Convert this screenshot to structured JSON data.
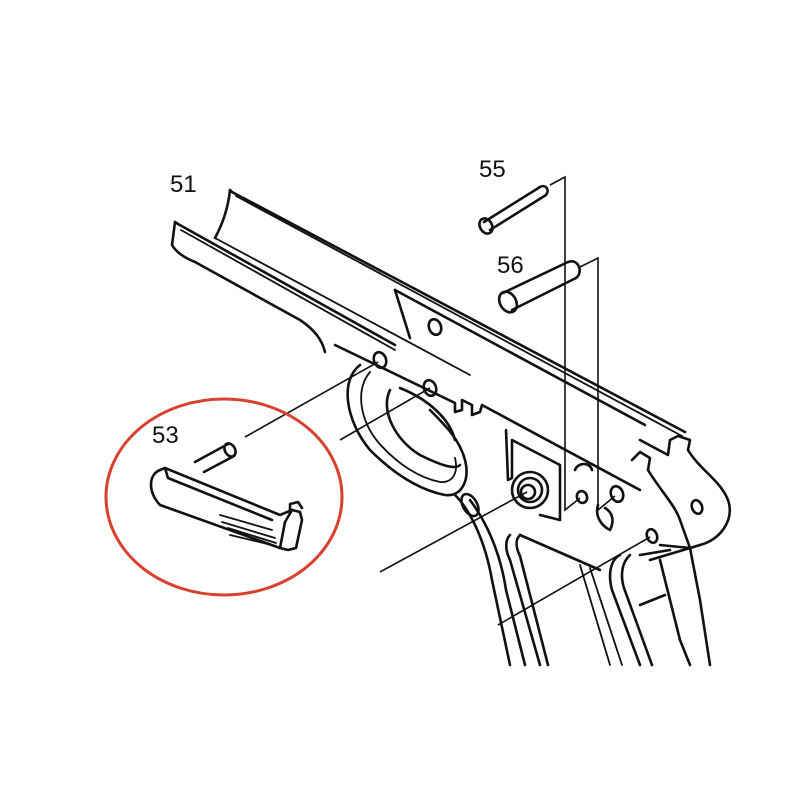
{
  "diagram": {
    "type": "exploded-parts-diagram",
    "subject": "pistol frame assembly",
    "background": "#ffffff",
    "line_color": "#111111",
    "highlight_color": "#d9412e",
    "parts": [
      {
        "id": "51",
        "label": "51",
        "name": "frame"
      },
      {
        "id": "53",
        "label": "53",
        "name": "slide stop lever",
        "highlighted": true
      },
      {
        "id": "55",
        "label": "55",
        "name": "pin (small)"
      },
      {
        "id": "56",
        "label": "56",
        "name": "pin (large)"
      }
    ]
  }
}
